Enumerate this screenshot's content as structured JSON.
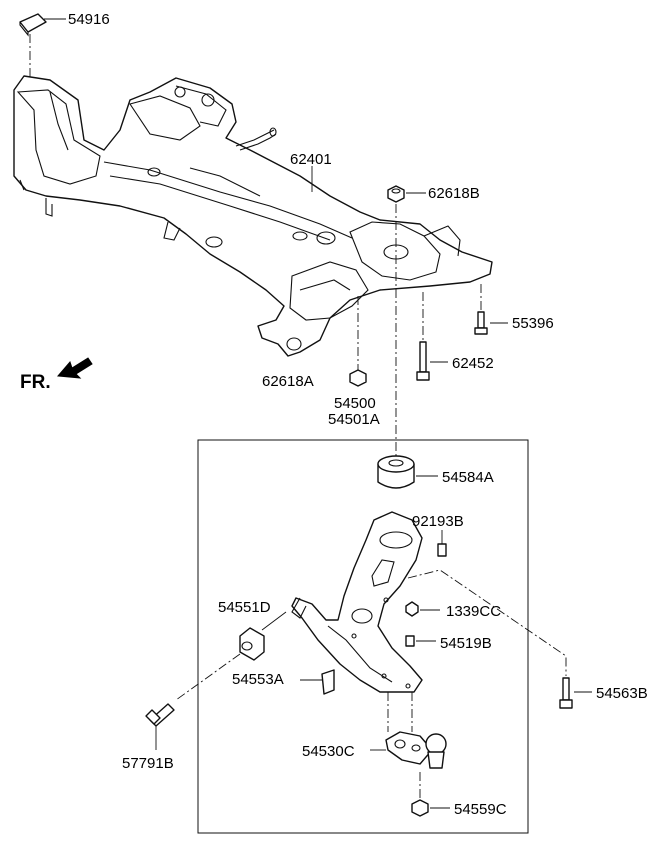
{
  "orientation_marker": {
    "text": "FR.",
    "icon": "arrow-icon"
  },
  "callouts": {
    "p54916": "54916",
    "p62401": "62401",
    "p62618B": "62618B",
    "p55396": "55396",
    "p62452": "62452",
    "p62618A": "62618A",
    "p54500": "54500",
    "p54501A": "54501A",
    "p54584A": "54584A",
    "p92193B": "92193B",
    "p1339CC": "1339CC",
    "p54551D": "54551D",
    "p54519B": "54519B",
    "p54553A": "54553A",
    "p54563B": "54563B",
    "p57791B": "57791B",
    "p54530C": "54530C",
    "p54559C": "54559C"
  }
}
